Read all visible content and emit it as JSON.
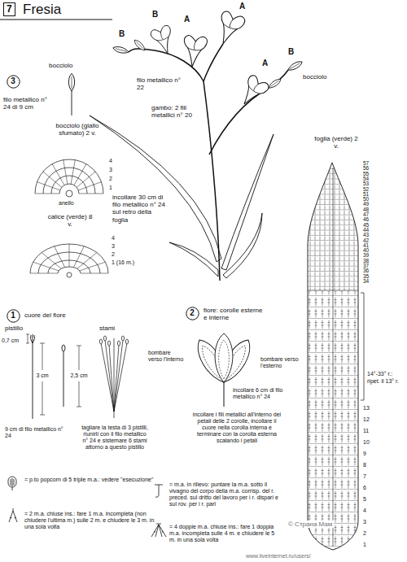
{
  "diagram": {
    "title": "Fresia",
    "nodes": [
      {
        "text": [
          "7"
        ]
      },
      {
        "text": [
          "3"
        ]
      },
      {
        "text": [
          "1"
        ]
      },
      {
        "text": [
          "2"
        ]
      }
    ],
    "labels": [
      "B",
      "B",
      "A",
      "A",
      "A",
      "B",
      "filo metallico n° 22",
      "gambo: 2 fili metallici n° 20",
      "bocciolo",
      "incollare 30 cm di filo metallico n° 24 sul retro della foglia",
      "bocciolo",
      "filo metallico n° 24 di 9 cm",
      "bocciolo (giallo sfumato) 2 v.",
      "4",
      "3",
      "2",
      "1",
      "anello",
      "calice (verde) 8 v.",
      "4",
      "3",
      "2",
      "1 (16 m.)",
      "cuore del fiore",
      "pistillo",
      "0,7 cm",
      "3 cm",
      "2,5 cm",
      "stami",
      "9 cm di filo metallico n° 24",
      "tagliare la testa di 3 pistilli, riunirli con il filo metallico n° 24 e sistemare 6 stami attorno a questo pistillo",
      "fiore: corolle esterne e interne",
      "bombare verso l'interno",
      "bombare verso l'esterno",
      "incollare 6 cm di filo metallico n° 24",
      "incollare i fili metallici all'interno dei petali delle 2 corolle, incollare il cuore nella corolla interna e terminare con la corolla esterna scalando i petali",
      "foglia (verde) 2 v.",
      "57",
      "56",
      "55",
      "54",
      "53",
      "52",
      "51",
      "50",
      "49",
      "48",
      "47",
      "46",
      "45",
      "44",
      "43",
      "42",
      "41",
      "40",
      "39",
      "38",
      "37",
      "36",
      "35",
      "34",
      "14°-33° r.:",
      "ripet. il 13° r.",
      "13",
      "12",
      "11",
      "10",
      "9",
      "8",
      "7",
      "6",
      "5",
      "4",
      "3",
      "2",
      "1",
      "© Страна Мам",
      "www.liveinternet.ru/users/"
    ],
    "legend": [
      {
        "text": "= p.to popcorn di 5 triple m.a.: vedere \"esecuzione\""
      },
      {
        "text": "= 2 m.a. chiuse ins.: fare 1 m.a. incompleta (non chiudere l'ultima m.) sulle 2 m. e chiudere le 3 m. in una sola volta"
      },
      {
        "text": "= m.a. in rilievo: puntare la m.a. sotto il vivagno del corpo della m.a. corrisp. del r. preced. sul dritto del lavoro per i r. dispari e sul rov. per i r. pari"
      },
      {
        "text": "= 4 doppie m.a. chiuse ins.: fare 1 doppia m.a. incompleta sulle 4 m. e chiudere le 5 m. in una sola volta"
      }
    ]
  }
}
